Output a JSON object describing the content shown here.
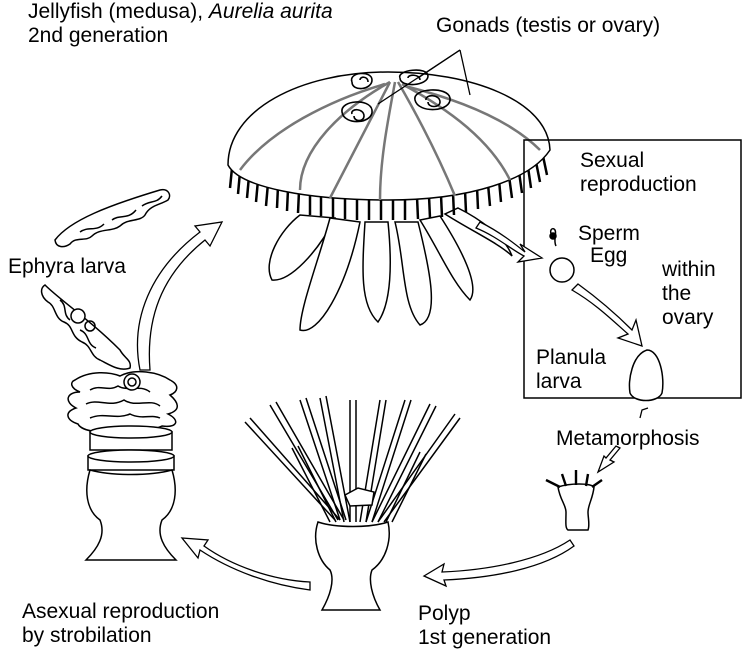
{
  "labels": {
    "jellyfish_title_1a": "Jellyfish (medusa), ",
    "jellyfish_title_1b": "Aurelia aurita",
    "jellyfish_title_2": "2nd generation",
    "gonads": "Gonads (testis or ovary)",
    "sexual_1": "Sexual",
    "sexual_2": "reproduction",
    "sperm": "Sperm",
    "egg": "Egg",
    "within_1": "within",
    "within_2": "the",
    "within_3": "ovary",
    "planula_1": "Planula",
    "planula_2": "larva",
    "ephyra": "Ephyra larva",
    "metamorphosis": "Metamorphosis",
    "asexual_1": "Asexual reproduction",
    "asexual_2": "by strobilation",
    "polyp_1": "Polyp",
    "polyp_2": "1st generation"
  },
  "colors": {
    "line": "#000000",
    "canal": "#777777",
    "background": "#ffffff"
  }
}
